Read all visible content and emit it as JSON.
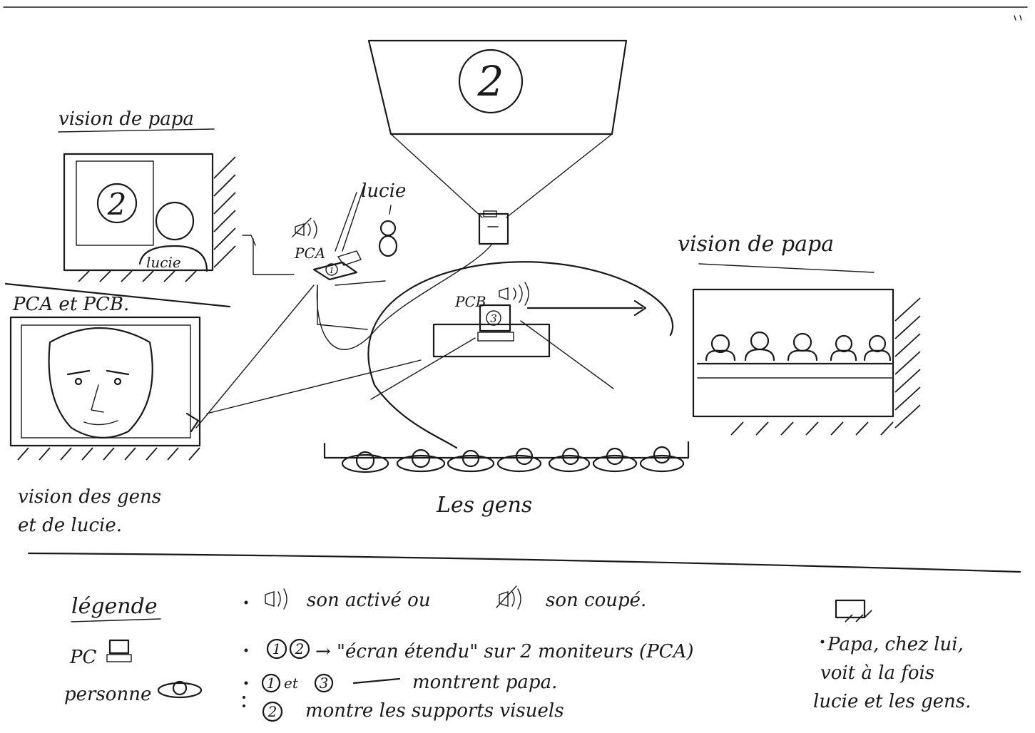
{
  "diagram": {
    "vision_papa_left": "vision de papa",
    "vision_papa_right": "vision de papa",
    "lucie_label": "lucie",
    "lucie_in_frame": "lucie",
    "pca_pcb_label": "PCA et PCB.",
    "pca_label": "PCA",
    "pcb_label": "PCB",
    "les_gens": "Les gens",
    "vision_gens_line1": "vision des gens",
    "vision_gens_line2": "et de lucie.",
    "screen_number": "2",
    "pca_screen_number": "1",
    "pcb_screen_number": "3"
  },
  "legend": {
    "title": "légende",
    "pc_label": "PC",
    "person_label": "personne",
    "item_sound": "son activé ou",
    "item_sound_muted": "son coupé.",
    "item_extended_screen": "→ \"écran étendu\" sur 2 moniteurs (PCA)",
    "item_show_papa_and": "et",
    "item_show_papa": "montrent papa.",
    "item_supports": "montre les supports visuels",
    "note_line1": "Papa, chez lui,",
    "note_line2": "voit à la fois",
    "note_line3": "lucie et les gens."
  }
}
